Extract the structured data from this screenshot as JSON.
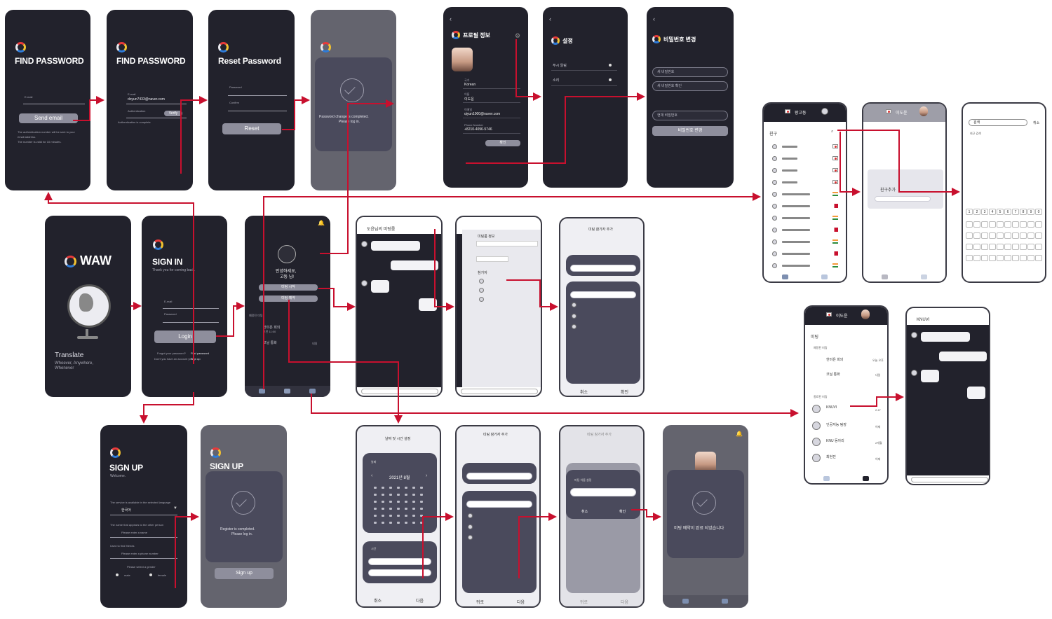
{
  "logo_text": "WAW",
  "find_password_1": {
    "title": "FIND PASSWORD",
    "email_label": "E-mail",
    "send_btn": "Send email",
    "note_1": "The authentication number will be sent to your",
    "note_2": "email address.",
    "note_3": "The number is valid for 10 minutes."
  },
  "find_password_2": {
    "title": "FIND PASSWORD",
    "email_label": "E-mail",
    "email_value": "doyun7433@naver.com",
    "auth_label": "Authentication",
    "verify_btn": "Verify",
    "auth_done": "Authentication is complete"
  },
  "reset_password": {
    "title": "Reset Password",
    "password_label": "Password",
    "confirm_label": "Confirm",
    "reset_btn": "Reset"
  },
  "password_done": {
    "message_1": "Password change is completed.",
    "message_2": "Please log in."
  },
  "profile": {
    "title": "프로필 정보",
    "country_label": "국가",
    "country": "Korean",
    "name_label": "이름",
    "name": "이도윤",
    "email_label": "이메일",
    "email": "qiyun1000@naver.com",
    "phone_label": "Phone Number",
    "phone": "+8210-4096-5746",
    "ok_btn": "확인"
  },
  "settings": {
    "title": "설정",
    "item_1": "푸시 알림",
    "item_2": "소리"
  },
  "change_password": {
    "title": "비밀번호 변경",
    "field_1": "새 비밀번호",
    "field_2": "새 비밀번호 확인",
    "field_3": "현재 비밀번호",
    "submit_btn": "비밀번호 변경"
  },
  "splash": {
    "app": "WAW",
    "tagline": "Translate",
    "sub_1": "Whoever, Anywhere,",
    "sub_2": "Whenever"
  },
  "sign_in": {
    "title": "SIGN IN",
    "subtitle": "Thank you for coming back.",
    "email_label": "E-mail",
    "password_label": "Password",
    "login_btn": "Login",
    "forgot": "Forgot your password?",
    "find": "Find password",
    "no_account": "Don't you have an account yet?",
    "signup": "Sign up"
  },
  "home": {
    "greeting_1": "안녕하세요,",
    "greeting_2": "고동 님!",
    "btn_start": "미팅 시작",
    "btn_reserve": "미팅 예약",
    "reserved_label": "예정된 미팅",
    "meeting_1": "한미은 회의",
    "meeting_1_time": "오전 11:00",
    "meeting_2": "코닐 통화",
    "meeting_2_day": "내일"
  },
  "chat_room": {
    "title": "도윤님의 미팅룸"
  },
  "meeting_info": {
    "title": "미팅룸 정보",
    "participants": "참가자"
  },
  "add_participant": {
    "title": "미팅 참가자 추가",
    "cancel": "취소",
    "confirm": "확인"
  },
  "friends": {
    "user": "왕고동",
    "tab": "친구",
    "add_friend": "친구추가"
  },
  "friends_2": {
    "user": "이도윤"
  },
  "search_panel": {
    "placeholder": "검색",
    "cancel": "취소",
    "recent": "최근 검색"
  },
  "keyboard": {
    "row_1": [
      "1",
      "2",
      "3",
      "4",
      "5",
      "6",
      "7",
      "8",
      "9",
      "0"
    ]
  },
  "meeting_list": {
    "user": "이도윤",
    "header": "미팅",
    "reserved": "예정된 미팅",
    "m1": "한미은 회의",
    "m1_day": "오늘 오후",
    "m2": "코닐 통화",
    "m2_day": "내일",
    "ended": "종료된 미팅",
    "e1": "KNUVI",
    "e1_t": "2:47",
    "e2": "인공지능 팀장",
    "e2_t": "어제",
    "e3": "KNU 동아리",
    "e3_t": "2개월",
    "e4": "최현진",
    "e4_t": "어제"
  },
  "knuvi_chat": {
    "title": "KNUVI"
  },
  "sign_up": {
    "title": "SIGN UP",
    "subtitle": "Welcome.",
    "lang_note": "The service is available in the selected language",
    "lang": "한국어",
    "name_note": "The name that appears to the other person",
    "name_ph": "Please enter a name",
    "phone_note": "Used to find friends",
    "phone_ph": "Please enter a phone number",
    "gender_note": "Please select a gender",
    "male": "male",
    "female": "female"
  },
  "sign_up_done": {
    "title": "SIGN UP",
    "message_1": "Register is completed.",
    "message_2": "Please log in.",
    "btn": "Sign up"
  },
  "date_time": {
    "title": "날짜 및 시간 설정",
    "month_label": "날짜",
    "month": "2021년 8월",
    "time_label": "시간",
    "cancel": "취소",
    "next": "다음"
  },
  "add_participant_2": {
    "title": "미팅 참가자 추가",
    "back": "뒤로",
    "next": "다음"
  },
  "add_participant_3": {
    "title": "미팅 참가자 추가",
    "room_name": "미팅 이름 설정",
    "cancel": "취소",
    "confirm": "확인",
    "back": "뒤로",
    "next": "다음"
  },
  "reserve_done": {
    "message": "미팅 예약이 완료 되었습니다"
  },
  "colors": {
    "bg_dark": "#22222c",
    "accent_red": "#c8102e"
  }
}
